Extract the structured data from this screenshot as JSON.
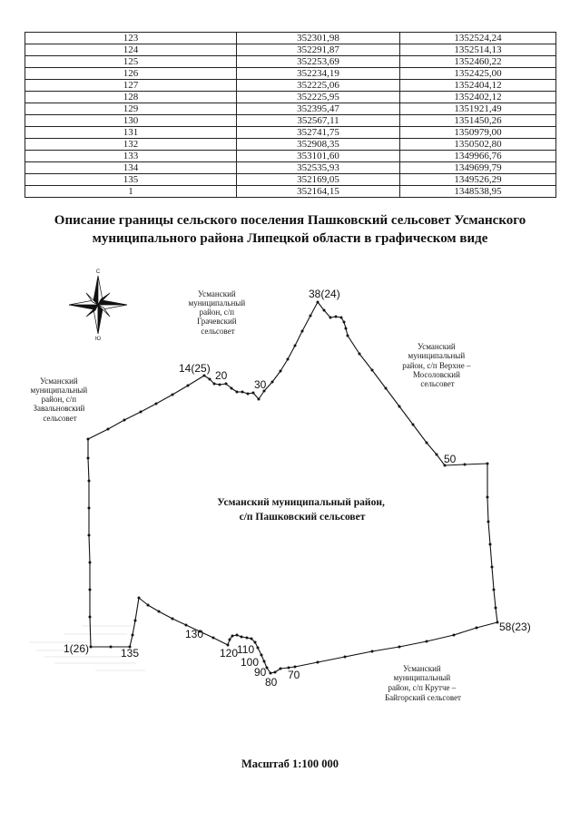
{
  "table": {
    "rows": [
      [
        "123",
        "352301,98",
        "1352524,24"
      ],
      [
        "124",
        "352291,87",
        "1352514,13"
      ],
      [
        "125",
        "352253,69",
        "1352460,22"
      ],
      [
        "126",
        "352234,19",
        "1352425,00"
      ],
      [
        "127",
        "352225,06",
        "1352404,12"
      ],
      [
        "128",
        "352225,95",
        "1352402,12"
      ],
      [
        "129",
        "352395,47",
        "1351921,49"
      ],
      [
        "130",
        "352567,11",
        "1351450,26"
      ],
      [
        "131",
        "352741,75",
        "1350979,00"
      ],
      [
        "132",
        "352908,35",
        "1350502,80"
      ],
      [
        "133",
        "353101,60",
        "1349966,76"
      ],
      [
        "134",
        "352535,93",
        "1349699,79"
      ],
      [
        "135",
        "352169,05",
        "1349526,29"
      ],
      [
        "1",
        "352164,15",
        "1348538,95"
      ]
    ]
  },
  "title": {
    "line1": "Описание границы сельского поселения Пашковский сельсовет Усманского",
    "line2": "муниципального района Липецкой области в графическом виде"
  },
  "compass": {
    "north": "С",
    "south": "Ю"
  },
  "regions": {
    "grachevsky": [
      "Усманский",
      "муниципальный",
      "район, с/п",
      "Грачевский",
      "сельсовет"
    ],
    "zavalnovsky": [
      "Усманский",
      "муниципальный",
      "район, с/п",
      "Завальновский",
      "сельсовет"
    ],
    "verkhne_mosolovsky": [
      "Усманский",
      "муниципальный",
      "район, с/п Верхне –",
      "Мосоловский",
      "сельсовет"
    ],
    "krutche_baigorsky": [
      "Усманский",
      "муниципальный",
      "район, с/п Крутче –",
      "Байгорский сельсовет"
    ],
    "pashkovsky": [
      "Усманский муниципальный район,",
      "с/п Пашковский сельсовет"
    ]
  },
  "points": [
    "1(26)",
    "14(25)",
    "20",
    "30",
    "38(24)",
    "50",
    "58(23)",
    "70",
    "80",
    "90",
    "100",
    "110",
    "120",
    "130",
    "135"
  ],
  "scale": "Масштаб 1:100 000"
}
